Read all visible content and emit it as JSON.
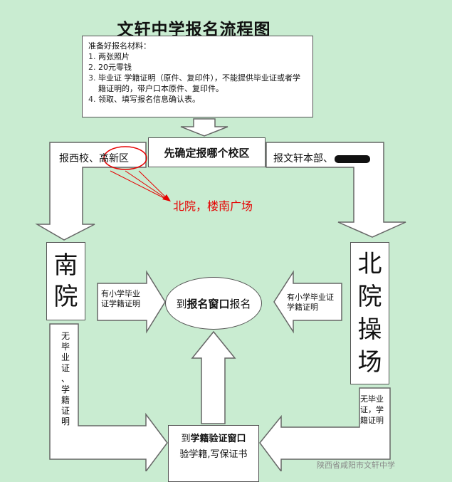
{
  "title": "文轩中学报名流程图",
  "requirements": {
    "heading": "准备好报名材料：",
    "items": [
      {
        "num": "1.",
        "text": "两张照片"
      },
      {
        "num": "2.",
        "text": "20元零钱"
      },
      {
        "num": "3.",
        "text": "毕业证 学籍证明（原件、复印件），不能提供毕业证或者学籍证明的，带户口本原件、复印件。"
      },
      {
        "num": "4.",
        "text": "领取、填写报名信息确认表。"
      }
    ]
  },
  "decision": "先确定报哪个校区",
  "left_branch": {
    "prefix": "报西校、",
    "circled": "高新区"
  },
  "right_branch": {
    "prefix": "报文轩本部、"
  },
  "red_note": "北院，楼南广场",
  "south_campus": [
    "南",
    "院"
  ],
  "north_campus": [
    "北",
    "院",
    "操",
    "场"
  ],
  "register_window": {
    "pre": "到",
    "bold": "报名窗口",
    "post": "报名"
  },
  "left_label": {
    "line1": "有小学毕业",
    "line2": "证学籍证明"
  },
  "right_label": {
    "line1": "有小学毕业证",
    "line2": "学籍证明"
  },
  "left_vertical": [
    "无",
    "毕",
    "业",
    "证",
    "、",
    "学",
    "籍",
    "证",
    "明"
  ],
  "right_vertical": {
    "line1": "无毕业",
    "line2": "证，学",
    "line3": "籍证明"
  },
  "verify_window": {
    "pre": "到",
    "bold": "学籍验证窗口",
    "line2": "验学籍,写保证书"
  },
  "watermark": "陕西省咸阳市文轩中学",
  "colors": {
    "background": "#c9ecd1",
    "arrow_fill": "#ffffff",
    "arrow_stroke": "#666666",
    "red": "#e60000"
  }
}
